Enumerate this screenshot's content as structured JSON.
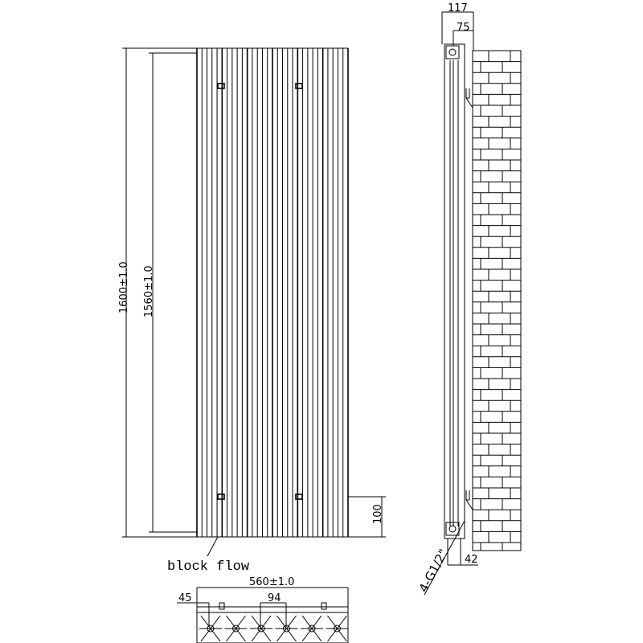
{
  "dimensions": {
    "overall_height": "1600±1.0",
    "center_height": "1560±1.0",
    "bottom_offset": "100",
    "overall_depth": "117",
    "wall_to_center": "75",
    "pipe_offset": "42",
    "overall_width": "560±1.0",
    "edge_to_center": "45",
    "tube_pitch": "94"
  },
  "labels": {
    "block_flow": "block flow",
    "connection": "4-G1/2\""
  },
  "colors": {
    "line": "#000000",
    "background": "#ffffff"
  }
}
